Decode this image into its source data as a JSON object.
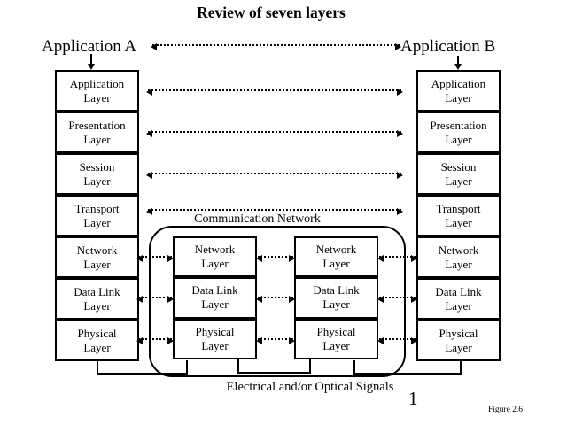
{
  "title": "Review of seven layers",
  "endpoints": {
    "left": "Application A",
    "right": "Application B"
  },
  "stacks": {
    "left": {
      "layers": [
        "Application\nLayer",
        "Presentation\nLayer",
        "Session\nLayer",
        "Transport\nLayer",
        "Network\nLayer",
        "Data Link\nLayer",
        "Physical\nLayer"
      ]
    },
    "right": {
      "layers": [
        "Application\nLayer",
        "Presentation\nLayer",
        "Session\nLayer",
        "Transport\nLayer",
        "Network\nLayer",
        "Data Link\nLayer",
        "Physical\nLayer"
      ]
    },
    "network_node_1": {
      "layers": [
        "Network\nLayer",
        "Data Link\nLayer",
        "Physical\nLayer"
      ]
    },
    "network_node_2": {
      "layers": [
        "Network\nLayer",
        "Data Link\nLayer",
        "Physical\nLayer"
      ]
    }
  },
  "network": {
    "label": "Communication Network"
  },
  "footer": {
    "signals_label": "Electrical and/or Optical Signals",
    "page_number": "1",
    "figure_label": "Figure 2.6"
  },
  "colors": {
    "foreground": "#000000",
    "background": "#ffffff"
  }
}
